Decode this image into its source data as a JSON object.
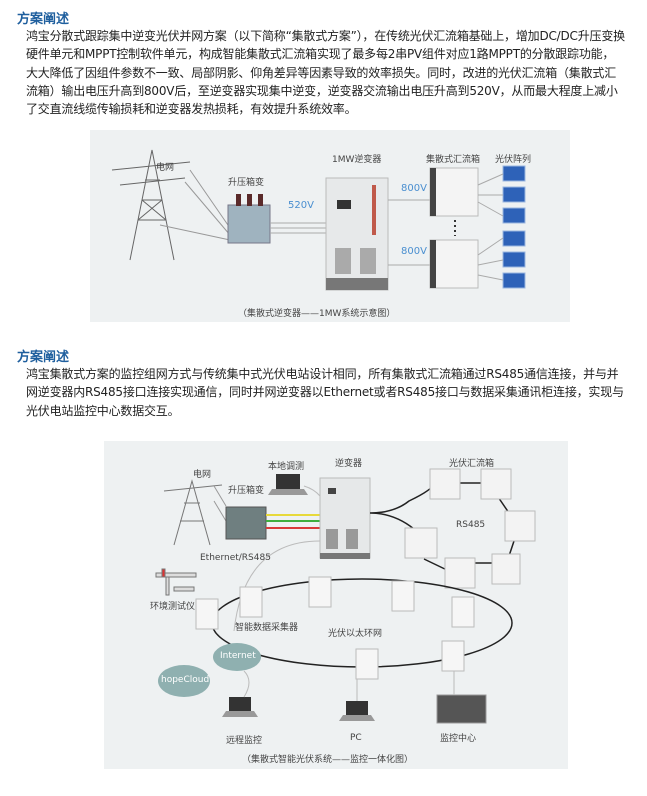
{
  "section1": {
    "heading": "方案阐述",
    "paragraph": "鸿宝分散式跟踪集中逆变光伏并网方案（以下简称“集散式方案”），在传统光伏汇流箱基础上，增加DC/DC升压变换硬件单元和MPPT控制软件单元，构成智能集散式汇流箱实现了最多每2串PV组件对应1路MPPT的分散跟踪功能，大大降低了因组件参数不一致、局部阴影、仰角差异等因素导致的效率损失。同时，改进的光伏汇流箱（集散式汇流箱）输出电压升高到800V后，至逆变器实现集中逆变，逆变器交流输出电压升高到520V，从而最大程度上减小了交直流线缆传输损耗和逆变器发热损耗，有效提升系统效率。"
  },
  "figure1": {
    "grid": "电网",
    "transformer": "升压箱变",
    "inverter": "1MW逆变器",
    "combiner": "集散式汇流箱",
    "pv_array": "光伏阵列",
    "v_ac": "520V",
    "v_dc1": "800V",
    "v_dc2": "800V",
    "caption": "（集散式逆变器——1MW系统示意图）"
  },
  "section2": {
    "heading": "方案阐述",
    "paragraph": "鸿宝集散式方案的监控组网方式与传统集中式光伏电站设计相同，所有集散式汇流箱通过RS485通信连接，并与并网逆变器内RS485接口连接实现通信，同时并网逆变器以Ethernet或者RS485接口与数据采集通讯柜连接，实现与光伏电站监控中心数据交互。"
  },
  "figure2": {
    "grid": "电网",
    "transformer": "升压箱变",
    "local_debug": "本地调测",
    "inverter": "逆变器",
    "combiner": "光伏汇流箱",
    "rs485": "RS485",
    "ethernet": "Ethernet/RS485",
    "env": "环境测试仪",
    "collector": "智能数据采集器",
    "ring": "光伏以太环网",
    "internet": "Internet",
    "cloud": "hopeCloud",
    "remote": "远程监控",
    "pc": "PC",
    "center": "监控中心",
    "caption": "（集散式智能光伏系统——监控一体化图）"
  }
}
